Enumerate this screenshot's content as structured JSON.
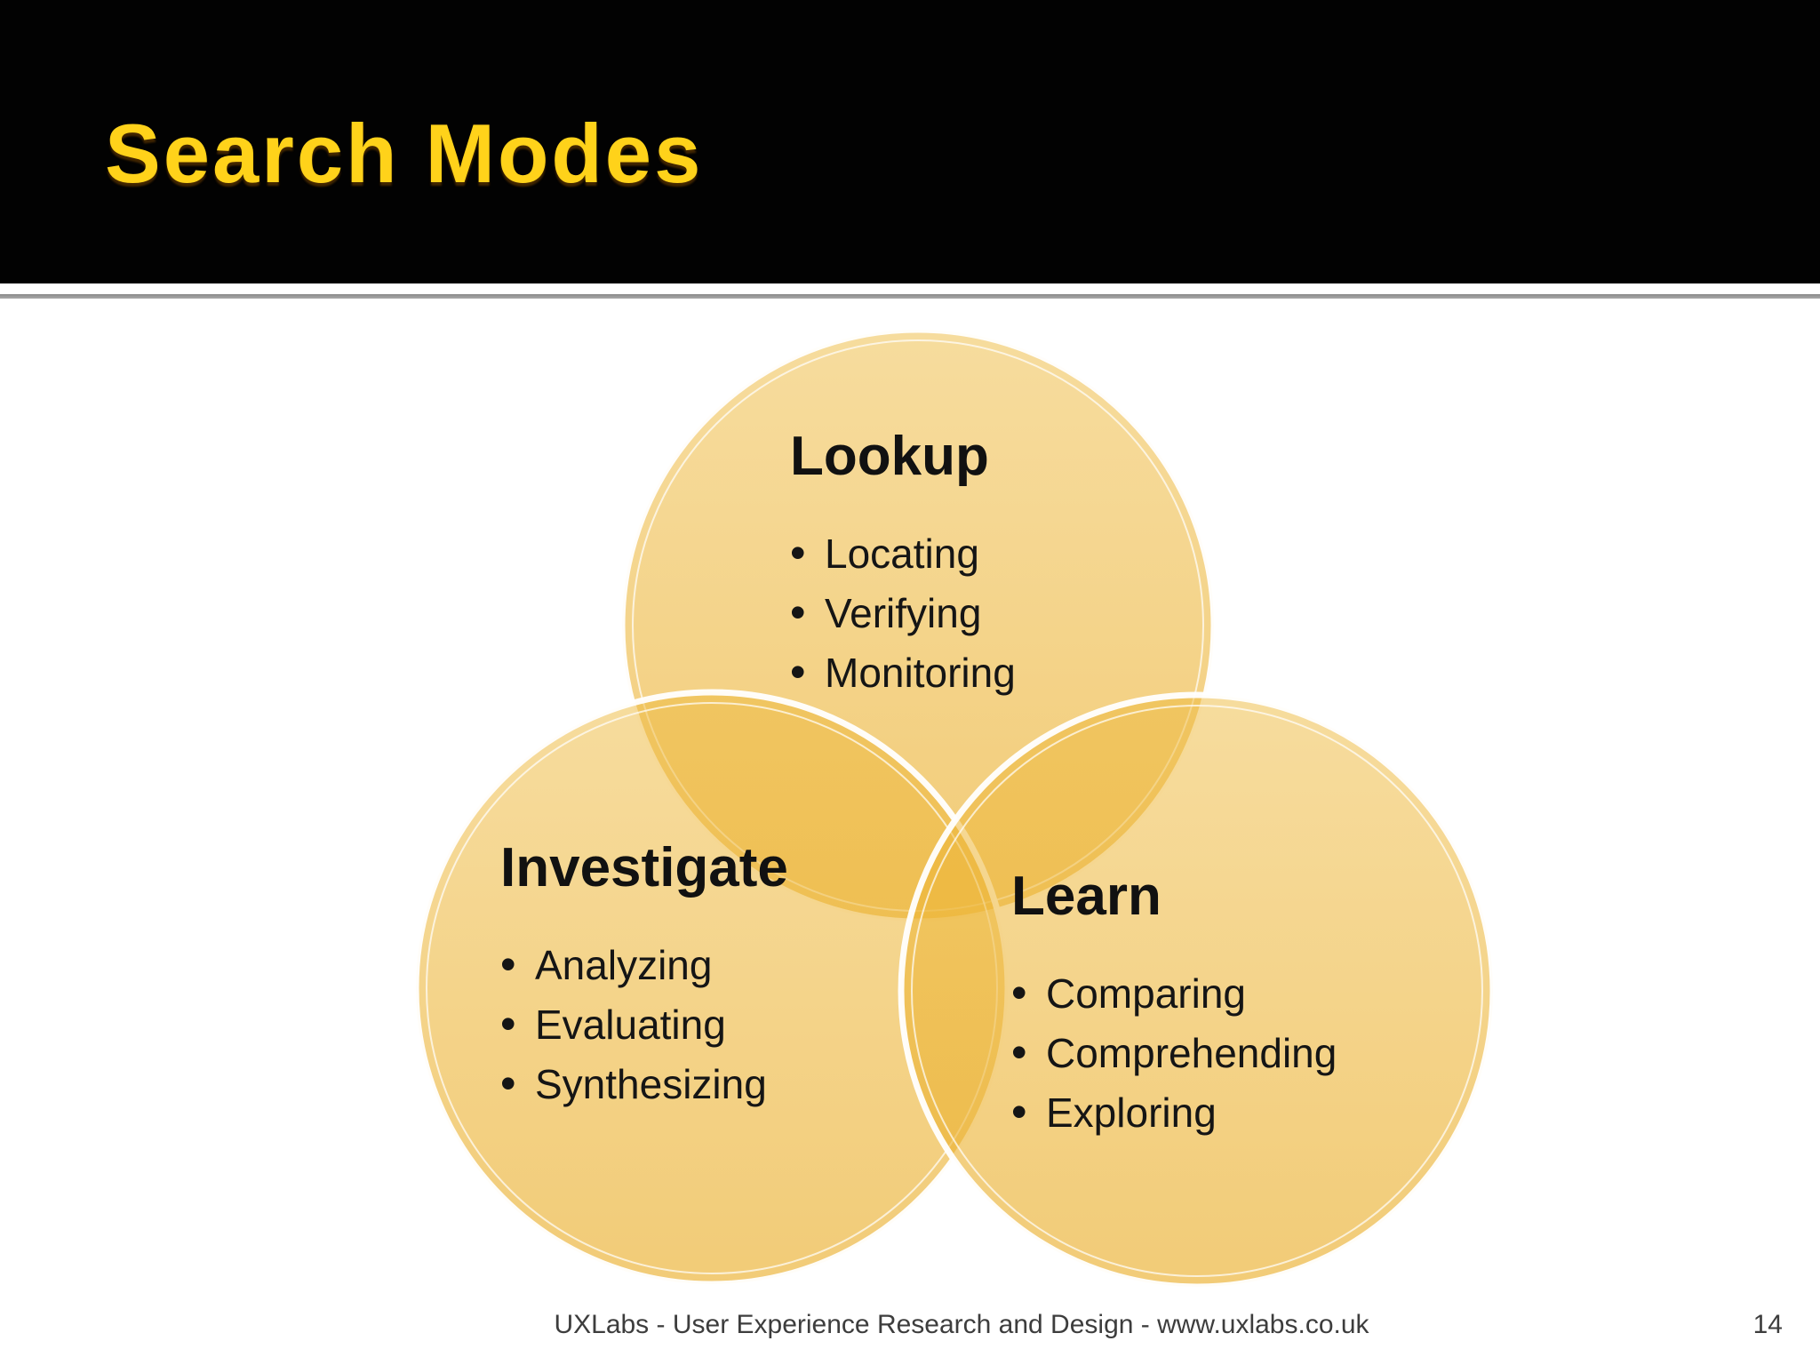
{
  "slide": {
    "title": "Search Modes",
    "footer": "UXLabs - User Experience Research and Design - www.uxlabs.co.uk",
    "page_number": "14"
  },
  "diagram": {
    "type": "venn",
    "circles": [
      {
        "title": "Lookup",
        "items": [
          "Locating",
          "Verifying",
          "Monitoring"
        ]
      },
      {
        "title": "Investigate",
        "items": [
          "Analyzing",
          "Evaluating",
          "Synthesizing"
        ]
      },
      {
        "title": "Learn",
        "items": [
          "Comparing",
          "Comprehending",
          "Exploring"
        ]
      }
    ],
    "colors": {
      "circle_fill": "#ECB332",
      "circle_outline": "#FFFFFF",
      "single_region": "#F3D184",
      "double_overlap": "#EFC158",
      "triple_overlap": "#EDB942"
    }
  },
  "theme": {
    "header_background": "#020202",
    "title_color": "#FFD21A",
    "divider_color": "#8A8A8A",
    "body_text_color": "#151515",
    "footer_text_color": "#3D3D3D"
  }
}
